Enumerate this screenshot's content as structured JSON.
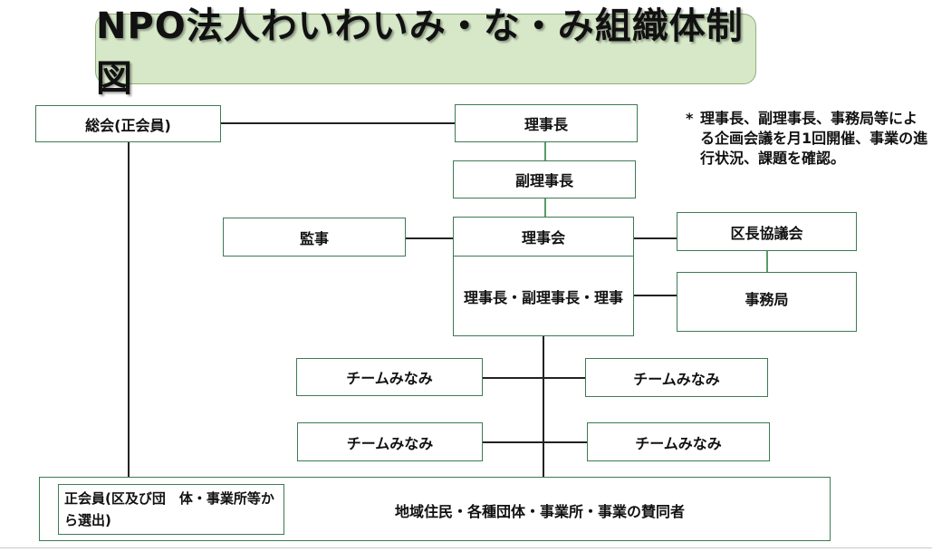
{
  "title": "NPO法人わいわいみ・な・み組織体制図",
  "nodes": {
    "general_assembly": "総会(正会員)",
    "chairman": "理事長",
    "vice_chairman": "副理事長",
    "auditor": "監事",
    "board": "理事会",
    "board_members": "理事長・副理事長・理事",
    "ward_council": "区長協議会",
    "secretariat": "事務局",
    "team_1": "チームみなみ",
    "team_2": "チームみなみ",
    "team_3": "チームみなみ",
    "team_4": "チームみなみ",
    "supporters": "地域住民・各種団体・事業所・事業の賛同者",
    "regular_members": "正会員(区及び団　体・事業所等から選出)"
  },
  "note": {
    "marker": "*",
    "text": "理事長、副理事長、事務局等による企画会議を月1回開催、事業の進行状況、課題を確認。"
  }
}
